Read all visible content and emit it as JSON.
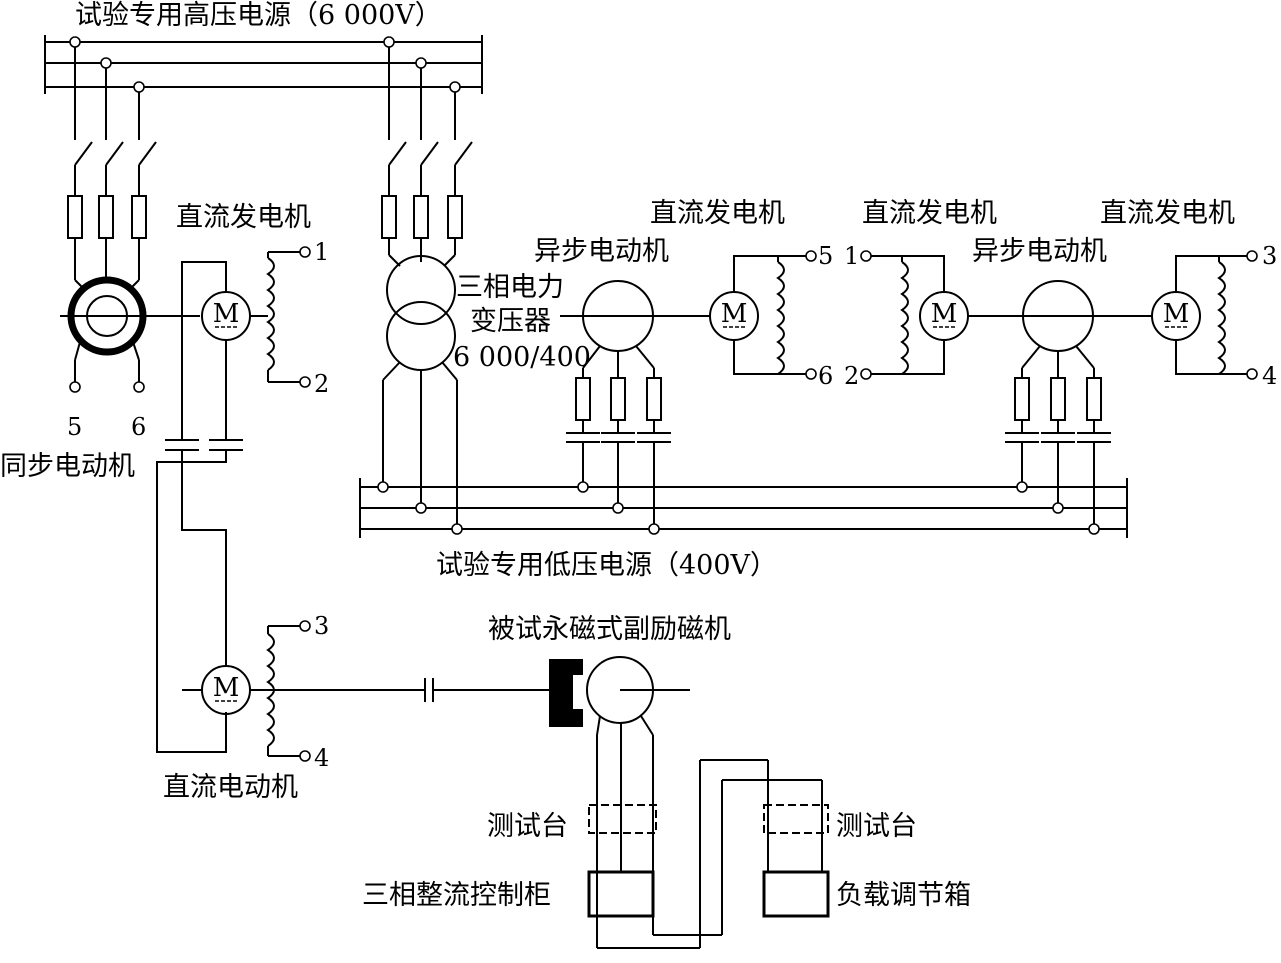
{
  "labels": {
    "hv_supply": "试验专用高压电源（6 000V）",
    "lv_supply": "试验专用低压电源（400V）",
    "sync_motor": "同步电动机",
    "dc_gen_1": "直流发电机",
    "dc_gen_2": "直流发电机",
    "dc_gen_3": "直流发电机",
    "dc_gen_4": "直流发电机",
    "async_motor_1": "异步电动机",
    "async_motor_2": "异步电动机",
    "transformer_1": "三相电力",
    "transformer_2": "变压器",
    "transformer_ratio": "6 000/400",
    "dc_motor": "直流电动机",
    "exciter": "被试永磁式副励磁机",
    "test_bench_1": "测试台",
    "test_bench_2": "测试台",
    "rectifier_cabinet": "三相整流控制柜",
    "load_box": "负载调节箱"
  },
  "terminals": {
    "sync_5": "5",
    "sync_6": "6",
    "g1_1": "1",
    "g1_2": "2",
    "g2_5": "5",
    "g2_6": "6",
    "g3_1": "1",
    "g3_2": "2",
    "g4_3": "3",
    "g4_4": "4",
    "dm_3": "3",
    "dm_4": "4"
  },
  "motor_symbol": "M"
}
